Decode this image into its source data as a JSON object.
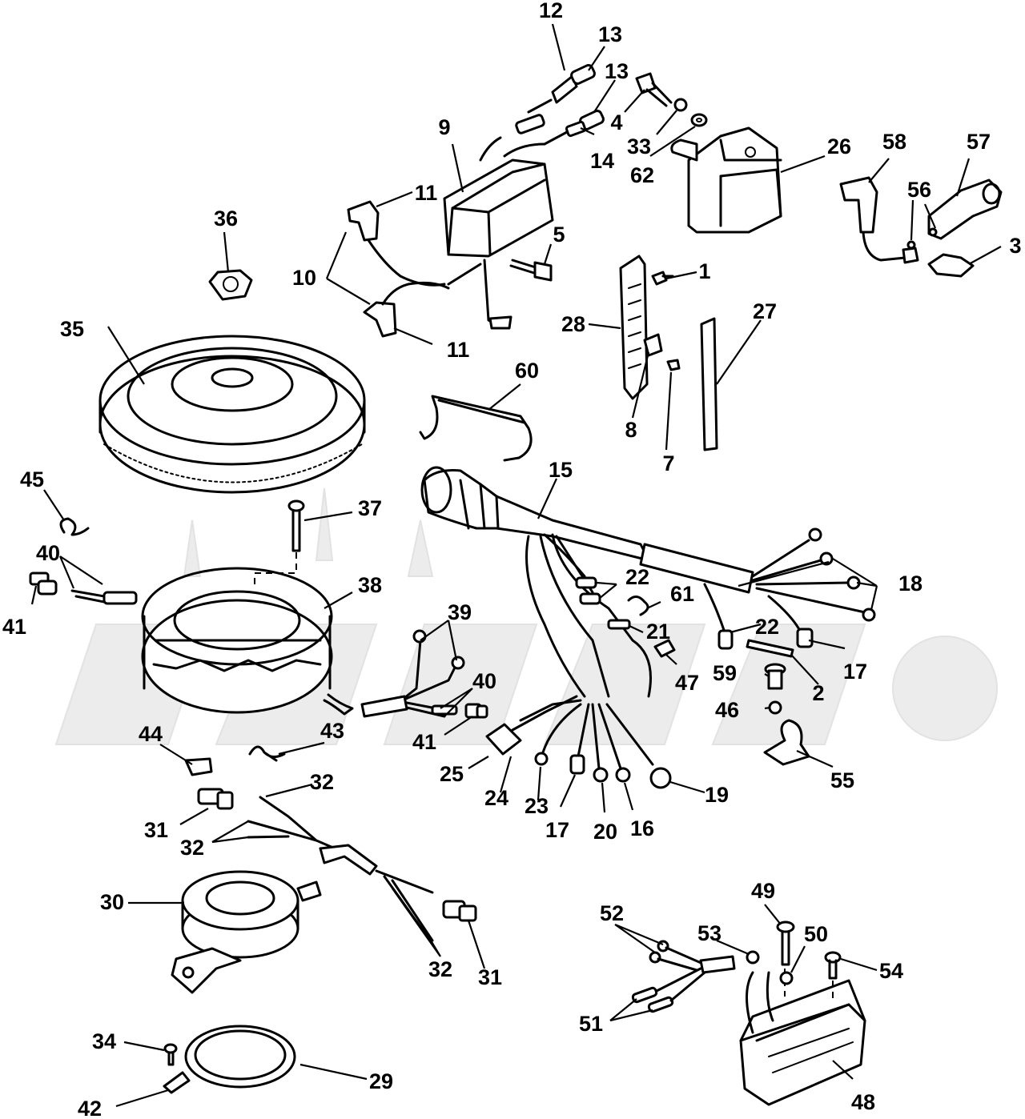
{
  "callouts": {
    "c1": "1",
    "c2": "2",
    "c3": "3",
    "c4": "4",
    "c5": "5",
    "c7": "7",
    "c8": "8",
    "c9": "9",
    "c10": "10",
    "c11a": "11",
    "c11b": "11",
    "c12": "12",
    "c13a": "13",
    "c13b": "13",
    "c14": "14",
    "c15": "15",
    "c16": "16",
    "c17a": "17",
    "c17b": "17",
    "c18": "18",
    "c19": "19",
    "c20": "20",
    "c21": "21",
    "c22a": "22",
    "c22b": "22",
    "c23": "23",
    "c24": "24",
    "c25": "25",
    "c26": "26",
    "c27": "27",
    "c28": "28",
    "c29": "29",
    "c30": "30",
    "c31a": "31",
    "c31b": "31",
    "c32a": "32",
    "c32b": "32",
    "c32c": "32",
    "c33": "33",
    "c34": "34",
    "c35": "35",
    "c36": "36",
    "c37": "37",
    "c38": "38",
    "c39": "39",
    "c40a": "40",
    "c40b": "40",
    "c41a": "41",
    "c41b": "41",
    "c42": "42",
    "c43": "43",
    "c44": "44",
    "c45": "45",
    "c46": "46",
    "c47": "47",
    "c48": "48",
    "c49": "49",
    "c50": "50",
    "c51": "51",
    "c52": "52",
    "c53": "53",
    "c54": "54",
    "c55": "55",
    "c56": "56",
    "c57": "57",
    "c58": "58",
    "c59": "59",
    "c60": "60",
    "c61": "61",
    "c62": "62"
  },
  "colors": {
    "line": "#000000",
    "background": "#ffffff",
    "watermark": "#ececec"
  }
}
